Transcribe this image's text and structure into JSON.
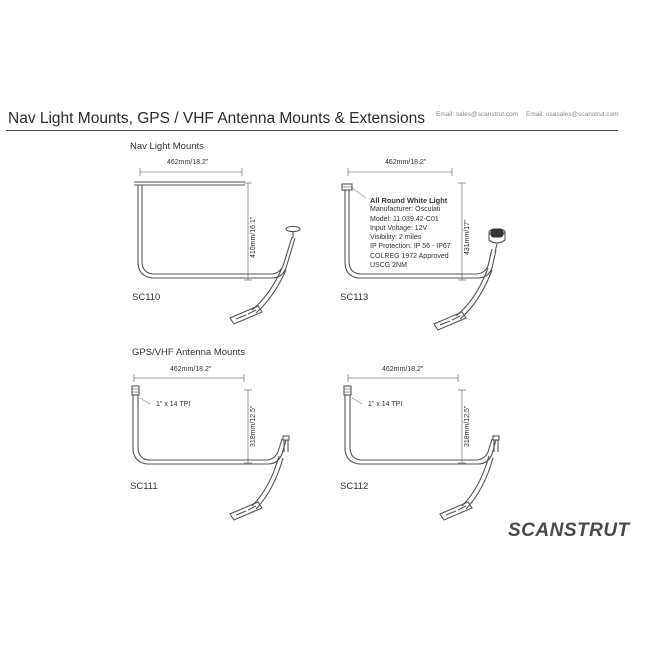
{
  "header": {
    "title": "Nav Light Mounts, GPS / VHF Antenna Mounts & Extensions",
    "email_sales": "Email: sales@scanstrut.com",
    "email_us": "Email: usasales@scanstrut.com"
  },
  "sections": {
    "nav": "Nav Light Mounts",
    "gps": "GPS/VHF Antenna Mounts"
  },
  "products": [
    {
      "code": "SC110",
      "width": "462mm/18.2\"",
      "height": "410mm/16.1\""
    },
    {
      "code": "SC113",
      "width": "462mm/18.2\"",
      "height": "431mm/17\""
    },
    {
      "code": "SC111",
      "width": "462mm/18.2\"",
      "height": "318mm/12.5\"",
      "thread": "1\" x 14 TPI"
    },
    {
      "code": "SC112",
      "width": "462mm/18.2\"",
      "height": "318mm/12.5\"",
      "thread": "1\" x 14 TPI"
    }
  ],
  "spec": {
    "heading": "All Round White Light",
    "lines": [
      "Manufacturer: Osculati",
      "Model: 11.039.42-C01",
      "Input Voltage: 12V",
      "Visibility: 2 miles",
      "IP Protection: IP 56 - IP67",
      "COLREG 1972 Approved",
      "USCG 2NM"
    ]
  },
  "brand": {
    "logo": "SCANSTRUT"
  }
}
